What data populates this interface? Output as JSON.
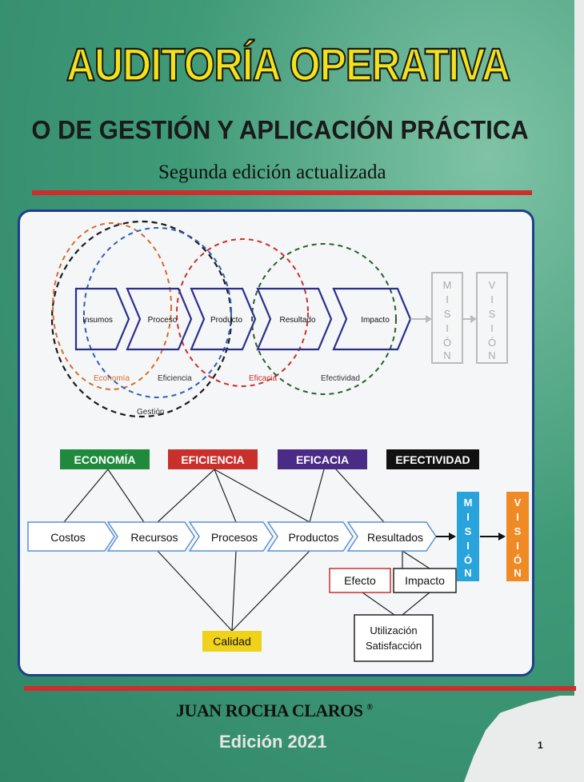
{
  "cover": {
    "title": "AUDITORÍA OPERATIVA",
    "subtitle": "O DE GESTIÓN Y APLICACIÓN PRÁCTICA",
    "edition_note": "Segunda edición actualizada",
    "author": "JUAN ROCHA CLAROS",
    "author_mark": "®",
    "year_label": "Edición 2021",
    "page_number": "1",
    "colors": {
      "background": "#3f9a78",
      "title": "#f2e21b",
      "accent_line": "#d12c2c",
      "panel_border": "#1e3f8a"
    }
  },
  "diagram_top": {
    "steps": [
      "Insumos",
      "Proceso",
      "Producto",
      "Resultado",
      "Impacto"
    ],
    "circle_labels": [
      "Economía",
      "Eficiencia",
      "Eficacia",
      "Efectividad",
      "Gestión"
    ],
    "mision": [
      "M",
      "I",
      "S",
      "I",
      "Ó",
      "N"
    ],
    "vision": [
      "V",
      "I",
      "S",
      "I",
      "Ó",
      "N"
    ]
  },
  "diagram_bottom": {
    "headers": [
      {
        "label": "ECONOMÍA",
        "color": "#1f8a3c"
      },
      {
        "label": "EFICIENCIA",
        "color": "#c9302c"
      },
      {
        "label": "EFICACIA",
        "color": "#4a2c86"
      },
      {
        "label": "EFECTIVIDAD",
        "color": "#111111"
      }
    ],
    "steps": [
      "Costos",
      "Recursos",
      "Procesos",
      "Productos",
      "Resultados"
    ],
    "mision": [
      "M",
      "I",
      "S",
      "I",
      "Ó",
      "N"
    ],
    "vision": [
      "V",
      "I",
      "S",
      "I",
      "Ó",
      "N"
    ],
    "mision_color": "#29a3dc",
    "vision_color": "#f08a24",
    "efecto": "Efecto",
    "impacto": "Impacto",
    "utilizacion": "Utilización",
    "satisfaccion": "Satisfacción",
    "calidad": "Calidad",
    "calidad_color": "#f0d21a"
  }
}
